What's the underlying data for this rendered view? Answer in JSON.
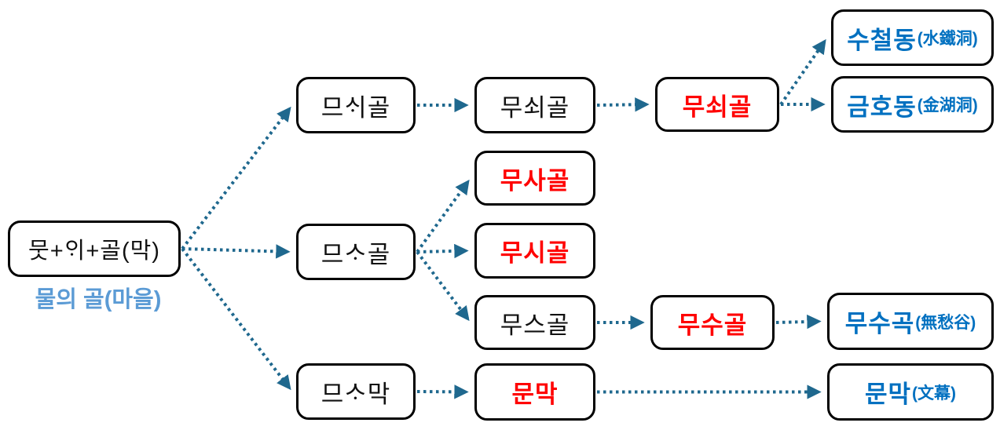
{
  "colors": {
    "arrow": "#1F688E",
    "box_border": "#000000",
    "text_black": "#111111",
    "text_red": "#FF0000",
    "text_blue": "#0070C0",
    "caption_blue": "#5B9BD5"
  },
  "caption": {
    "text": "물의 골(마을)"
  },
  "nodes": {
    "root": {
      "label": "뭇+ᄋᆡ+골(막)",
      "color": "black"
    },
    "msoigol": {
      "label": "므ᄉᆡ골",
      "color": "black"
    },
    "msogol": {
      "label": "므ᄉᆞ골",
      "color": "black"
    },
    "msomak": {
      "label": "므ᄉᆞ막",
      "color": "black"
    },
    "musoegol_1": {
      "label": "무쇠골",
      "color": "black"
    },
    "musagol": {
      "label": "무사골",
      "color": "red"
    },
    "musigol": {
      "label": "무시골",
      "color": "red"
    },
    "museugol": {
      "label": "무스골",
      "color": "black"
    },
    "musoegol_2": {
      "label": "무쇠골",
      "color": "red"
    },
    "musugol": {
      "label": "무수골",
      "color": "red"
    },
    "sucheoldong": {
      "label": "수철동",
      "hanja": "(水鐵洞)",
      "color": "blue"
    },
    "geumhodong": {
      "label": "금호동",
      "hanja": "(金湖洞)",
      "color": "blue"
    },
    "musugok": {
      "label": "무수곡",
      "hanja": "(無愁谷)",
      "color": "blue"
    },
    "munmak_1": {
      "label": "문막",
      "color": "red"
    },
    "munmak_2": {
      "label": "문막",
      "hanja": "(文幕)",
      "color": "blue"
    }
  },
  "edges": [
    {
      "from": "root",
      "to": "msoigol"
    },
    {
      "from": "root",
      "to": "msogol"
    },
    {
      "from": "root",
      "to": "msomak"
    },
    {
      "from": "msoigol",
      "to": "musoegol_1"
    },
    {
      "from": "musoegol_1",
      "to": "musoegol_2"
    },
    {
      "from": "musoegol_2",
      "to": "sucheoldong"
    },
    {
      "from": "musoegol_2",
      "to": "geumhodong"
    },
    {
      "from": "msogol",
      "to": "musagol"
    },
    {
      "from": "msogol",
      "to": "musigol"
    },
    {
      "from": "msogol",
      "to": "museugol"
    },
    {
      "from": "museugol",
      "to": "musugol"
    },
    {
      "from": "musugol",
      "to": "musugok"
    },
    {
      "from": "msomak",
      "to": "munmak_1"
    },
    {
      "from": "munmak_1",
      "to": "munmak_2"
    }
  ]
}
